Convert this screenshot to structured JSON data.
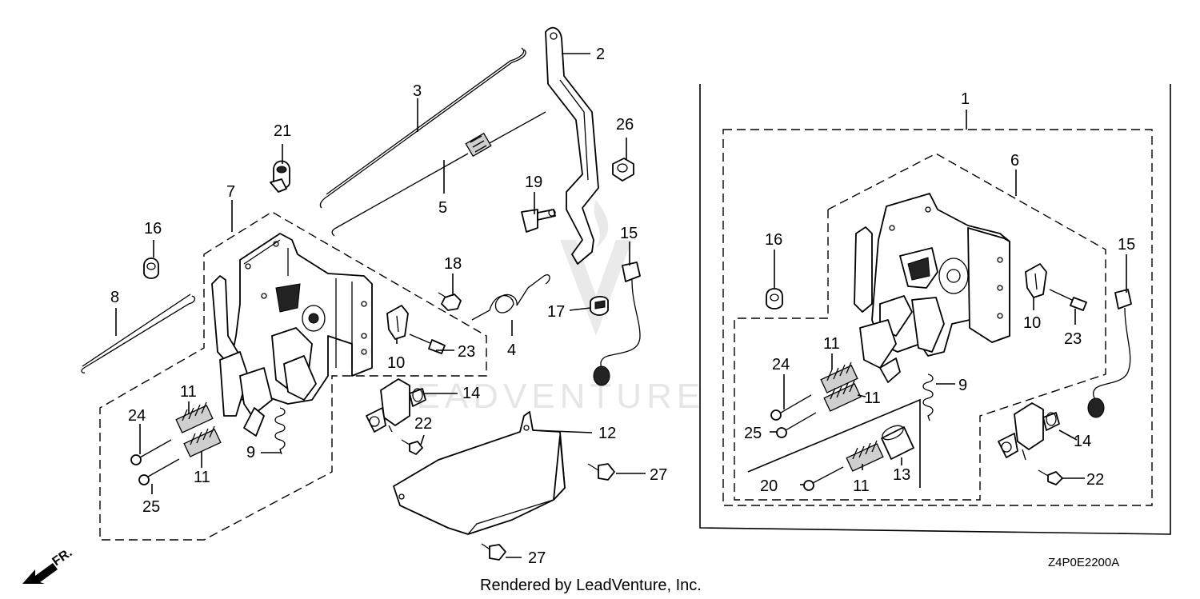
{
  "watermark": "LEADVENTURE",
  "footer": "Rendered by LeadVenture, Inc.",
  "diagram_code": "Z4P0E2200A",
  "front_arrow_label": "FR.",
  "callouts_left": {
    "p2": "2",
    "p3": "3",
    "p5": "5",
    "p21": "21",
    "p26": "26",
    "p19": "19",
    "p7": "7",
    "p16": "16",
    "p15": "15",
    "p18": "18",
    "p8": "8",
    "p17": "17",
    "p4": "4",
    "p10": "10",
    "p23": "23",
    "p14": "14",
    "p11a": "11",
    "p11b": "11",
    "p24": "24",
    "p25": "25",
    "p9": "9",
    "p22": "22",
    "p12": "12",
    "p27a": "27",
    "p27b": "27"
  },
  "callouts_right": {
    "p1": "1",
    "p6": "6",
    "p16": "16",
    "p15": "15",
    "p10": "10",
    "p23": "23",
    "p11a": "11",
    "p24": "24",
    "p11b": "11",
    "p9": "9",
    "p25": "25",
    "p14": "14",
    "p13": "13",
    "p20": "20",
    "p11c": "11",
    "p22": "22"
  }
}
